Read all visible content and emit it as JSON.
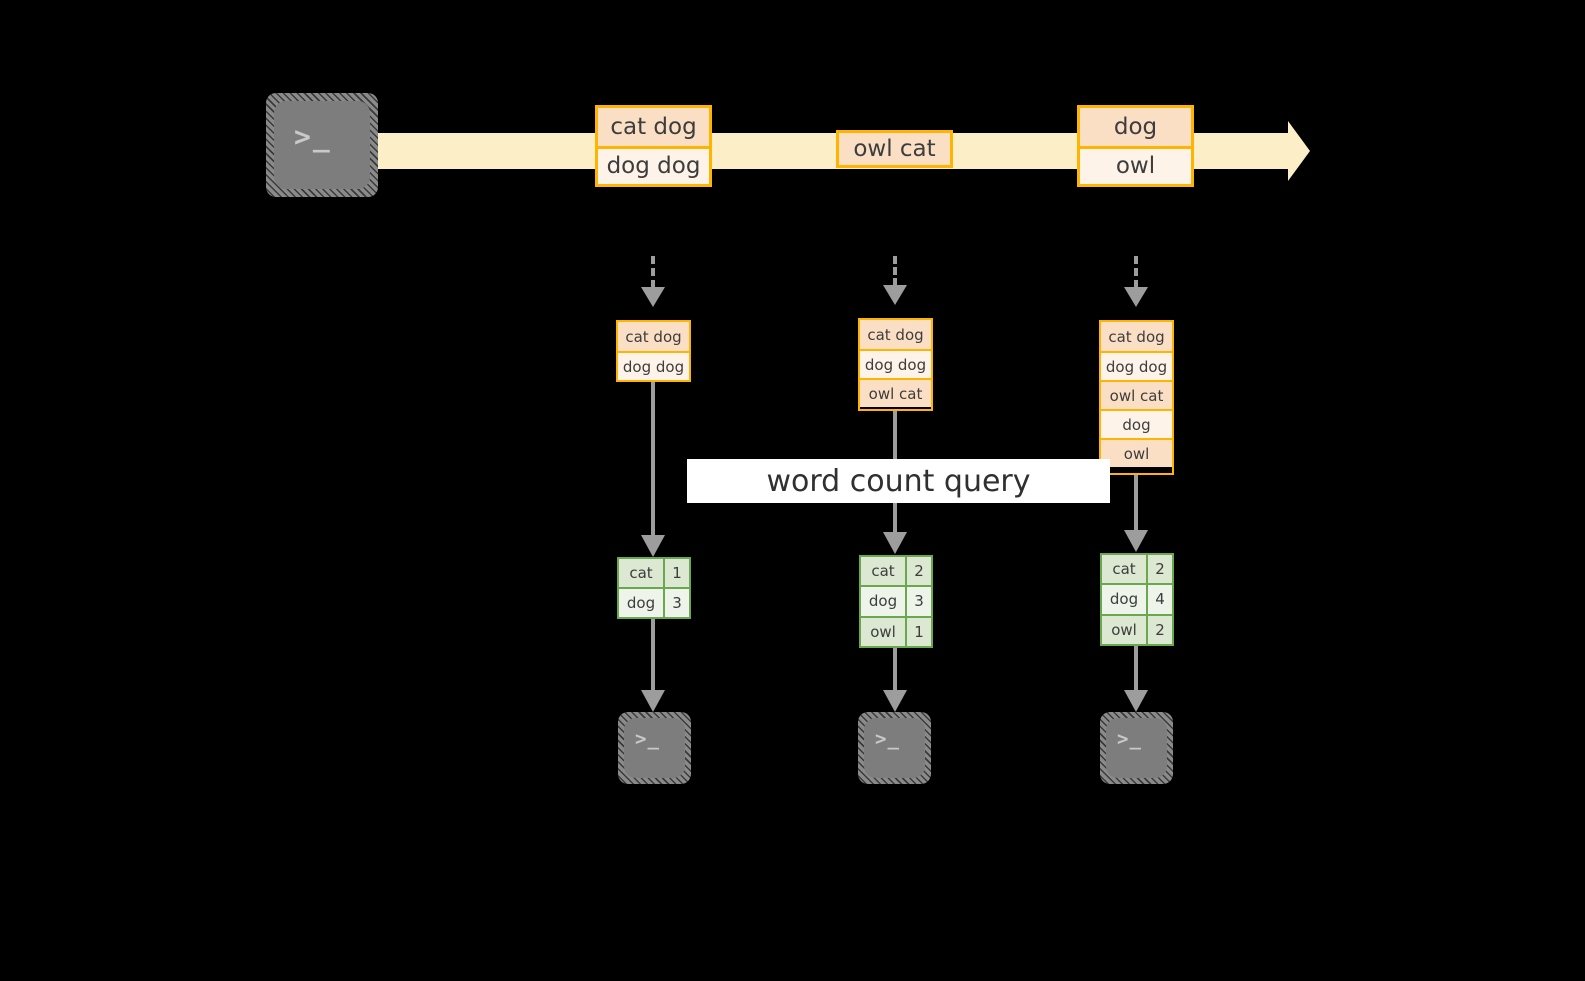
{
  "diagram": {
    "title": "word count streaming query",
    "colors": {
      "background": "#000000",
      "stream_fill": "#fcefc7",
      "message_border": "#ffb400",
      "message_fill_dark": "#fbdfc5",
      "message_fill_light": "#fdf3e8",
      "table_border": "#6aa84f",
      "table_fill_dark": "#dce8d2",
      "table_fill_light": "#eef4ea",
      "connector": "#9d9d9d",
      "terminal_fill": "#7d7d7d",
      "query_band": "#ffffff"
    }
  },
  "source": {
    "icon": "terminal-icon",
    "prompt": ">_"
  },
  "stream": {
    "icon": "right-arrow-icon",
    "messages": [
      {
        "lines": [
          "cat dog",
          "dog dog"
        ]
      },
      {
        "lines": [
          "owl cat"
        ]
      },
      {
        "lines": [
          "dog",
          "owl"
        ]
      }
    ]
  },
  "query": {
    "label": "word count query"
  },
  "snapshots": [
    {
      "id": "t1",
      "input_lines": [
        "cat dog",
        "dog dog"
      ],
      "result": {
        "rows": [
          {
            "word": "cat",
            "count": "1"
          },
          {
            "word": "dog",
            "count": "3"
          }
        ]
      },
      "sink": {
        "icon": "terminal-icon",
        "prompt": ">_"
      }
    },
    {
      "id": "t2",
      "input_lines": [
        "cat dog",
        "dog dog",
        "owl cat"
      ],
      "result": {
        "rows": [
          {
            "word": "cat",
            "count": "2"
          },
          {
            "word": "dog",
            "count": "3"
          },
          {
            "word": "owl",
            "count": "1"
          }
        ]
      },
      "sink": {
        "icon": "terminal-icon",
        "prompt": ">_"
      }
    },
    {
      "id": "t3",
      "input_lines": [
        "cat dog",
        "dog dog",
        "owl cat",
        "dog",
        "owl"
      ],
      "result": {
        "rows": [
          {
            "word": "cat",
            "count": "2"
          },
          {
            "word": "dog",
            "count": "4"
          },
          {
            "word": "owl",
            "count": "2"
          }
        ]
      },
      "sink": {
        "icon": "terminal-icon",
        "prompt": ">_"
      }
    }
  ]
}
